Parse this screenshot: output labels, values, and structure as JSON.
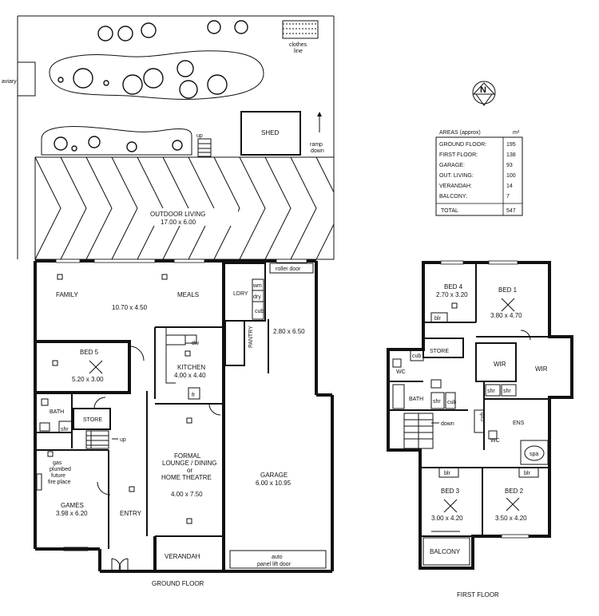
{
  "ground_floor": {
    "title": "GROUND FLOOR",
    "rooms": {
      "outdoor_living": "OUTDOOR LIVING",
      "outdoor_living_dims": "17.00 x 6.00",
      "family": "FAMILY",
      "meals": "MEALS",
      "family_meals_dims": "10.70 x 4.50",
      "ldry": "LDRY",
      "wm": "wm",
      "dry": "dry",
      "cub": "cub",
      "roller_door": "roller door",
      "garage_ext_dims": "2.80 x 6.50",
      "bed5": "BED 5",
      "bed5_dims": "5.20 x 3.00",
      "kitchen": "KITCHEN",
      "kitchen_dims": "4.00 x 4.40",
      "dw": "dw",
      "fr": "fr",
      "pantry": "PANTRY",
      "bath": "BATH",
      "shr": "shr",
      "store": "STORE",
      "up": "up",
      "fireplace_1": "gas",
      "fireplace_2": "plumbed",
      "fireplace_3": "future",
      "fireplace_4": "fire place",
      "games": "GAMES",
      "games_dims": "3.98 x 6.20",
      "entry": "ENTRY",
      "formal_1": "FORMAL",
      "formal_2": "LOUNGE / DINING",
      "formal_3": "or",
      "formal_4": "HOME THEATRE",
      "formal_dims": "4.00 x 7.50",
      "garage": "GARAGE",
      "garage_dims": "6.00 x 10.95",
      "verandah": "VERANDAH",
      "auto": "auto",
      "panel_lift": "panel lift door"
    },
    "yard": {
      "aviary": "aviary",
      "clothes": "clothes",
      "line": "line",
      "shed": "SHED",
      "up": "up",
      "ramp": "ramp",
      "down": "down"
    }
  },
  "first_floor": {
    "title": "FIRST FLOOR",
    "rooms": {
      "bed4": "BED 4",
      "bed4_dims": "2.70 x 3.20",
      "bed1": "BED 1",
      "bed1_dims": "3.80 x 4.70",
      "blr": "blr",
      "store": "STORE",
      "cub": "cub",
      "wc": "WC",
      "wir": "WIR",
      "bath": "BATH",
      "shr": "shr",
      "down": "down",
      "ens": "ENS",
      "spa": "spa",
      "bed3": "BED 3",
      "bed3_dims": "3.00 x 4.20",
      "bed2": "BED 2",
      "bed2_dims": "3.50 x 4.20",
      "balcony": "BALCONY"
    }
  },
  "compass": {
    "letter": "N"
  },
  "areas": {
    "title": "AREAS (approx)",
    "unit": "m²",
    "rows": [
      {
        "label": "GROUND FLOOR:",
        "value": "195"
      },
      {
        "label": "FIRST FLOOR:",
        "value": "138"
      },
      {
        "label": "GARAGE:",
        "value": "93"
      },
      {
        "label": "OUT. LIVING:",
        "value": "100"
      },
      {
        "label": "VERANDAH:",
        "value": "14"
      },
      {
        "label": "BALCONY:",
        "value": "7"
      }
    ],
    "total_label": "TOTAL",
    "total_value": "547"
  }
}
